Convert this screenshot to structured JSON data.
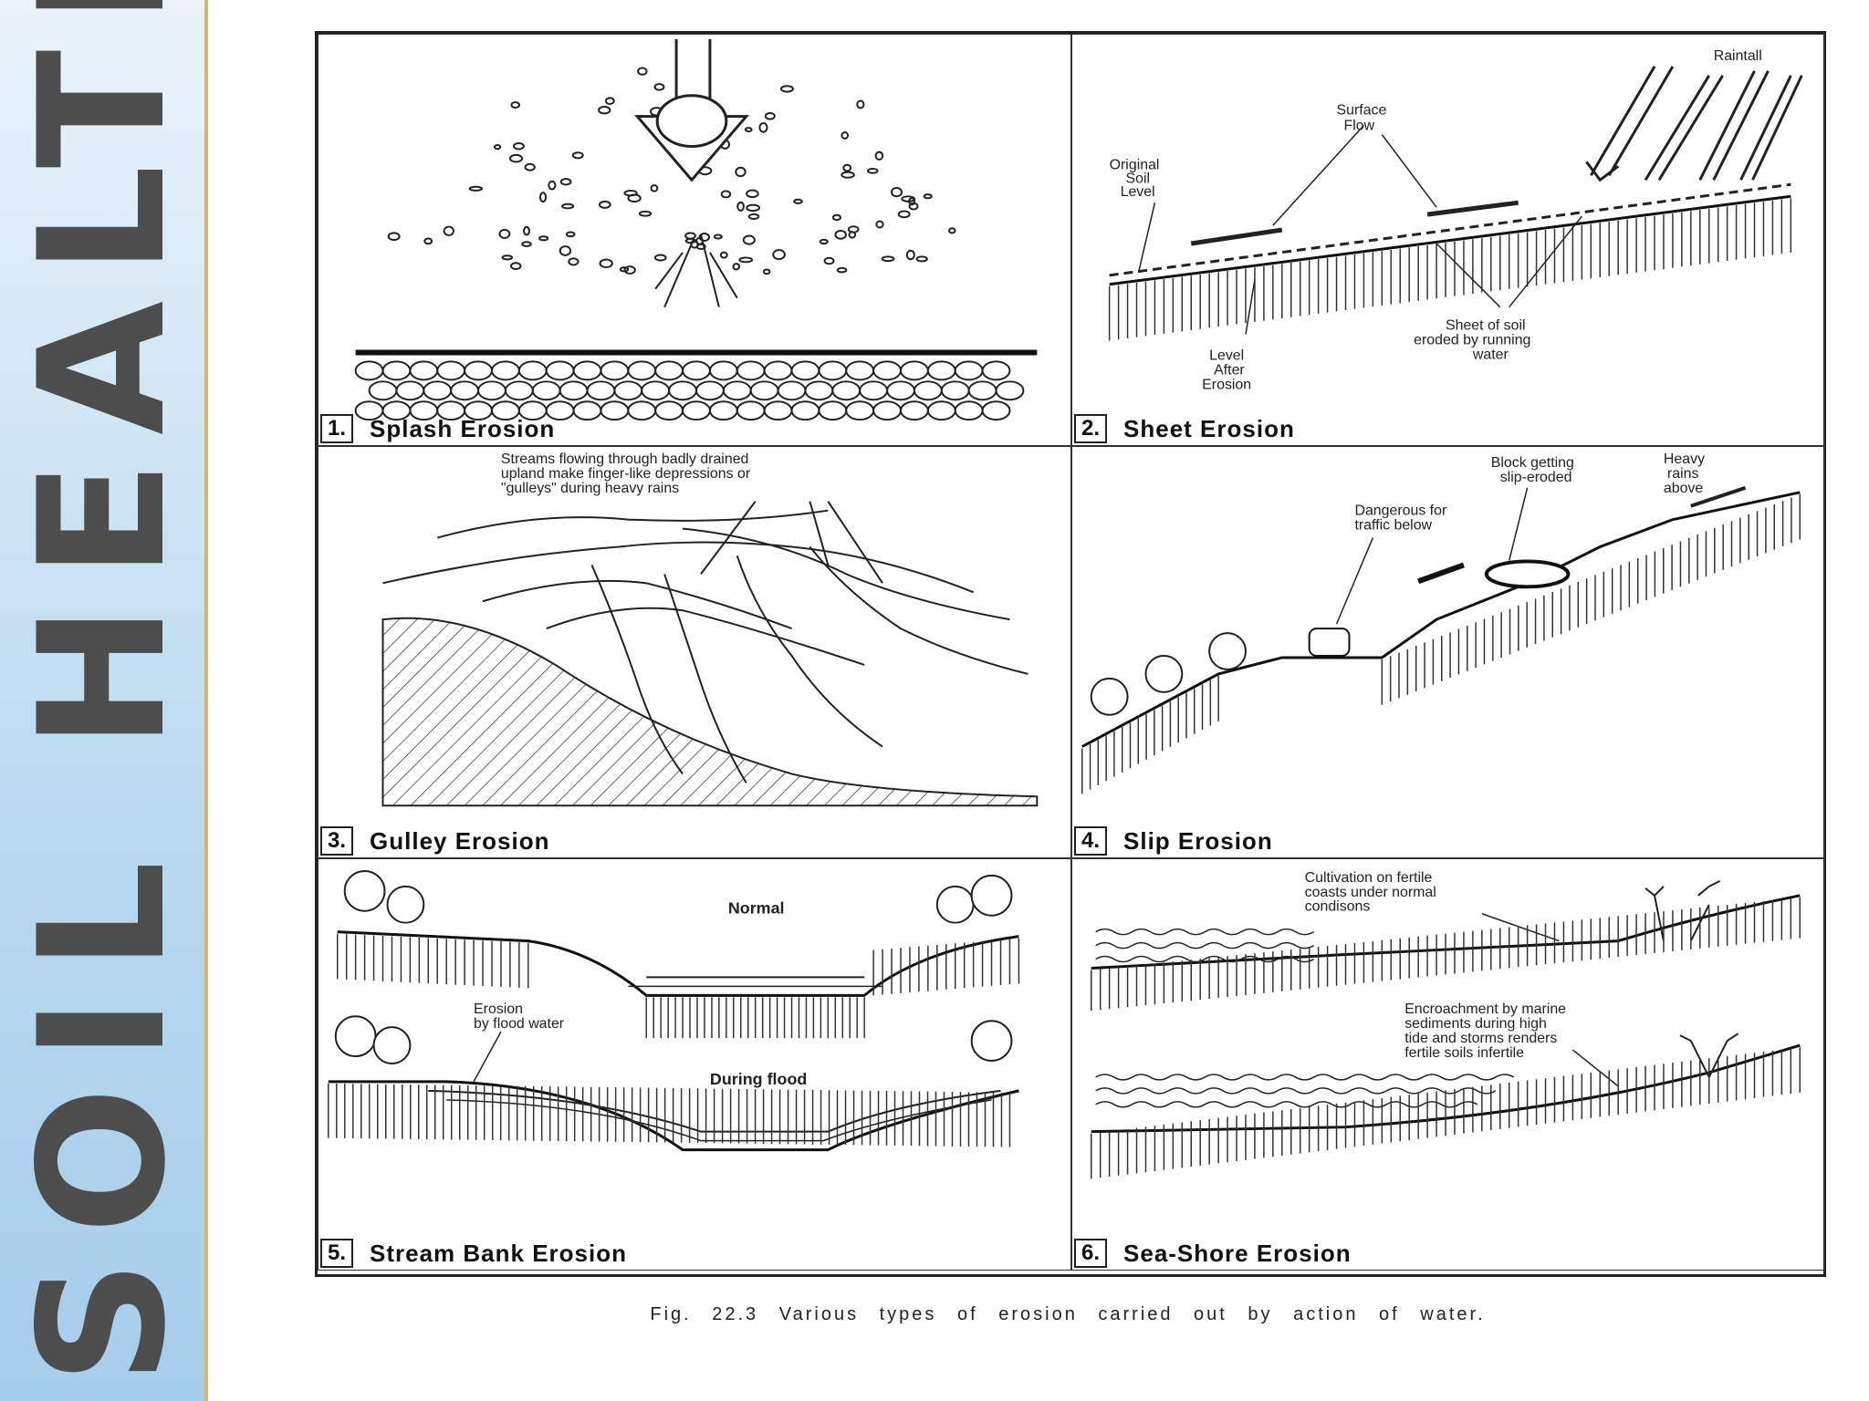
{
  "sidebar": {
    "title": "SOIL HEALTH"
  },
  "panels": [
    {
      "number": "1.",
      "name": "Splash Erosion",
      "annotations": []
    },
    {
      "number": "2.",
      "name": "Sheet Erosion",
      "annotations": [
        "Raintall",
        "Surface",
        "Flow",
        "Original",
        "Soil",
        "Level",
        "Sheet of soil",
        "eroded by running",
        "water",
        "Level",
        "After",
        "Erosion"
      ]
    },
    {
      "number": "3.",
      "name": "Gulley Erosion",
      "annotations": [
        "Streams flowing through badly drained",
        "upland make finger-like depressions or",
        "\"gulleys\" during heavy rains"
      ]
    },
    {
      "number": "4.",
      "name": "Slip Erosion",
      "annotations": [
        "Block getting",
        "slip-eroded",
        "Heavy",
        "rains",
        "above",
        "Dangerous for",
        "traffic below"
      ]
    },
    {
      "number": "5.",
      "name": "Stream Bank Erosion",
      "annotations": [
        "Normal",
        "Erosion",
        "by flood water",
        "During flood"
      ]
    },
    {
      "number": "6.",
      "name": "Sea-Shore Erosion",
      "annotations": [
        "Cultivation on fertile",
        "coasts under normal",
        "condisons",
        "Encroachment by marine",
        "sediments during high",
        "tide and storms renders",
        "fertile soils infertile"
      ]
    }
  ],
  "caption": "Fig. 22.3 Various types of erosion carried out by action of water."
}
